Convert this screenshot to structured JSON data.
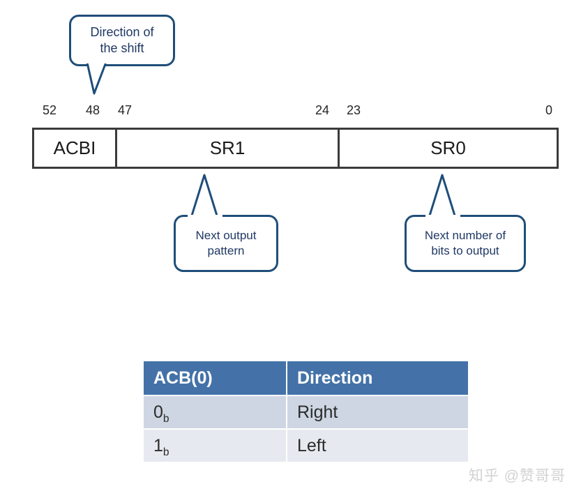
{
  "diagram": {
    "bit_labels": [
      {
        "id": "bit-52",
        "text": "52"
      },
      {
        "id": "bit-48",
        "text": "48"
      },
      {
        "id": "bit-47",
        "text": "47"
      },
      {
        "id": "bit-24",
        "text": "24"
      },
      {
        "id": "bit-23",
        "text": "23"
      },
      {
        "id": "bit-0",
        "text": "0"
      }
    ],
    "fields": [
      {
        "name": "ACBI",
        "bits_high": "52",
        "bits_low": "48"
      },
      {
        "name": "SR1",
        "bits_high": "47",
        "bits_low": "24"
      },
      {
        "name": "SR0",
        "bits_high": "23",
        "bits_low": "0"
      }
    ],
    "callouts": [
      {
        "id": "callout-direction",
        "text": "Direction of\nthe shift"
      },
      {
        "id": "callout-pattern",
        "text": "Next output\npattern"
      },
      {
        "id": "callout-bits",
        "text": "Next number of\nbits to output"
      }
    ],
    "colors": {
      "callout_border": "#1F4E79",
      "callout_text": "#1F3864",
      "register_border": "#3B3B3B",
      "table_header_bg": "#4472A8",
      "table_row_even_bg": "#CED6E3",
      "table_row_odd_bg": "#E6E9EF"
    }
  },
  "table": {
    "headers": [
      "ACB(0)",
      "Direction"
    ],
    "rows": [
      {
        "value": "0",
        "value_sub": "b",
        "direction": "Right"
      },
      {
        "value": "1",
        "value_sub": "b",
        "direction": "Left"
      }
    ]
  },
  "watermark": {
    "text": "知乎 @赞哥哥"
  }
}
